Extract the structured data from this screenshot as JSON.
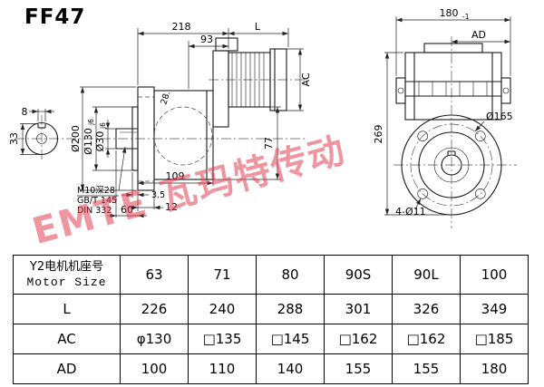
{
  "title": "FF47",
  "watermark": "EMTE 瓦玛特传动",
  "left_view": {
    "d8": "8",
    "d33": "33",
    "d218": "218",
    "d93": "93",
    "dL": "L",
    "dAC": "AC",
    "d200": "Ø200",
    "d130": "Ø130",
    "d130_suffix": "j6",
    "d30": "Ø30",
    "d30_suffix": "j6",
    "d28": "28.",
    "d77": "77",
    "d109": "109",
    "d35": "3.5",
    "d12": "12",
    "d60": "60",
    "thread_note": [
      "M10深28",
      "GB/T 145",
      "DIN 332"
    ]
  },
  "right_view": {
    "d180": "180",
    "d180_tol": "-1",
    "dAD": "AD",
    "d269": "269",
    "d165": "Ø165",
    "d411": "4-Ø11"
  },
  "table": {
    "header_cn": "Y2电机机座号",
    "header_en": "Motor Size",
    "motor_sizes": [
      "63",
      "71",
      "80",
      "90S",
      "90L",
      "100"
    ],
    "rows": [
      {
        "label": "L",
        "values": [
          "226",
          "240",
          "288",
          "301",
          "326",
          "349"
        ]
      },
      {
        "label": "AC",
        "values": [
          "φ130",
          "□135",
          "□145",
          "□162",
          "□162",
          "□185"
        ]
      },
      {
        "label": "AD",
        "values": [
          "100",
          "110",
          "140",
          "155",
          "155",
          "180"
        ]
      }
    ]
  }
}
